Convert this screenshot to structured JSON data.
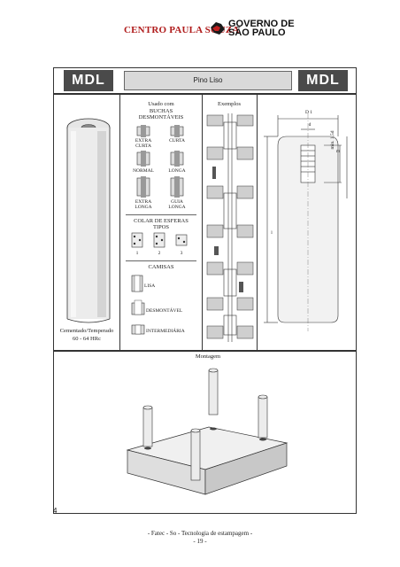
{
  "header": {
    "institution": "CENTRO PAULA SOUZA",
    "government_line1": "GOVERNO DE",
    "government_line2": "SÃO PAULO"
  },
  "title_strip": {
    "logo_left": "MDL",
    "logo_right": "MDL",
    "title": "Pino Liso"
  },
  "usage": {
    "heading_line1": "Usado com",
    "heading_line2": "BUCHAS",
    "heading_line3": "DESMONTÁVEIS",
    "buchas": [
      {
        "label_line1": "EXTRA",
        "label_line2": "CURTA"
      },
      {
        "label_line1": "CURTA",
        "label_line2": ""
      },
      {
        "label_line1": "NORMAL",
        "label_line2": ""
      },
      {
        "label_line1": "LONGA",
        "label_line2": ""
      },
      {
        "label_line1": "EXTRA",
        "label_line2": "LONGA"
      },
      {
        "label_line1": "GUIA",
        "label_line2": "LONGA"
      }
    ],
    "colar_heading_line1": "COLAR DE ESFERAS",
    "colar_heading_line2": "TIPOS",
    "colar_types": [
      "1",
      "2",
      "3"
    ],
    "camisas_heading": "CAMISAS",
    "camisas": [
      "LISA",
      "DESMONTÁVEL",
      "INTERMEDIÁRIA"
    ]
  },
  "examples": {
    "heading": "Exemplos"
  },
  "left_panel": {
    "caption_line1": "Cementado/Temperado",
    "caption_line2": "60 - 64 HRc"
  },
  "dimensions": {
    "d1": "D 1",
    "d": "d",
    "m": "m",
    "min_label": "min. 1,5d",
    "l": "l"
  },
  "montagem": {
    "heading": "Montagem"
  },
  "page": {
    "number": "4",
    "footer_line1": "- Fatec - So - Tecnologia de estampagem -",
    "footer_line2": "- 19 -"
  }
}
